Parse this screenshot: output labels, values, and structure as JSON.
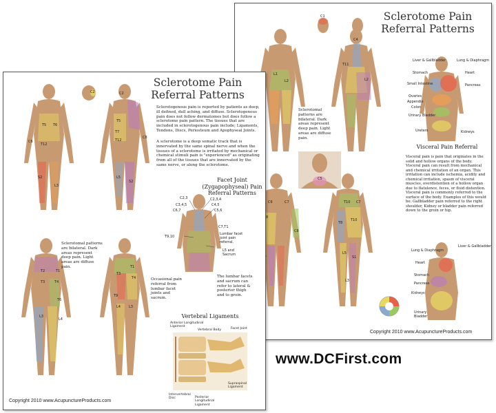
{
  "front_poster": {
    "title_line1": "Sclerotome Pain",
    "title_line2": "Referral Patterns",
    "intro_paragraph_1": "Sclerotogenous pain is reported by patients as deep, ill defined, dull aching, and diffuse. Sclerotogenous pain does not follow dermatomes but does follow a sclerotome pain pattern. The tissues that are included in sclerotogenous pain include; Ligaments, Tendons, Discs, Periosteum and Apophyseal Joints.",
    "intro_paragraph_2": "A sclerotome is a deep somatic track that is innervated by the same spinal nerve and when the tissues of a sclerotome is irritated by mechanical or chemical stimuli pain is \"experienced\" as originating from all of the tissues that are innervated by the same nerve, or along the sclerotome.",
    "bilateral_note": "Sclerotomal patterns are bilateral. Dark areas represent deep pain. Light areas are diffuse pain.",
    "facet_title": "Facet Joint (Zygapophyseal) Pain Referral Patterns",
    "facet_labels": [
      "C2,3",
      "C2,3,4",
      "C3,4,5",
      "C4,5",
      "C6,7",
      "C5,6",
      "C7,T1",
      "T9,10",
      "Lumbar facet joint pain referral.",
      "L5 and Sacrum"
    ],
    "occasional_note": "Occasional pain referral from lumbar facet joints and sacrum.",
    "lumbar_note": "The lumbar facets and sacrum can refer to lateral & posterior thigh and to groin.",
    "ligament_title": "Vertebral Ligaments",
    "ligament_labels": [
      "Anterior Longitudinal Ligament",
      "Vertebral Body",
      "Facet Joint",
      "Supraspinal Ligament",
      "Intervertebral Disc",
      "Posterior Longitudinal Ligament"
    ],
    "body_labels": [
      "C2",
      "C2",
      "T5",
      "T6",
      "C6",
      "T12",
      "S2",
      "L3",
      "T5",
      "T7",
      "T12",
      "C8",
      "L5",
      "S2",
      "T2",
      "T1",
      "T3",
      "T4",
      "T6",
      "L3",
      "L4",
      "T1",
      "T3",
      "T4",
      "T9",
      "L4",
      "L3"
    ],
    "copyright": "Copyright 2010 www.AcupunctureProducts.com"
  },
  "back_poster": {
    "title_line1": "Sclerotome Pain",
    "title_line2": "Referral Patterns",
    "bilateral_note": "Sclerotomal patterns are bilateral. Dark areas represent deep pain. Light areas are diffuse pain.",
    "body_labels": [
      "C1",
      "C4",
      "L1",
      "L2",
      "T11",
      "L2",
      "C5",
      "C6",
      "C7",
      "T10",
      "C7",
      "C8",
      "T8",
      "T10",
      "T8",
      "S1",
      "L5",
      "S1",
      "L3"
    ],
    "visceral_organ_labels": [
      "Liver & Gallbladder",
      "Lung & Diaphragm",
      "Stomach",
      "Heart",
      "Small Intestine",
      "Pancreas",
      "Ovaries",
      "Appendix",
      "Colon",
      "Urinary Bladder",
      "Ureters",
      "Kidneys"
    ],
    "visceral_title": "Visceral Pain Referral",
    "visceral_paragraph": "Visceral pain is pain that originates in the solid and hollow organs of the body. Visceral pain can result from mechanical and chemical irritation of an organ. This irritation can include ischemia, acidity and chemical irritation, spasm of visceral muscles, overdistention of a hollow organ due to flatulence, feces, or fluid distention. Visceral pain is commonly referred to the surface of the body. Examples of this would be: Gallbladder pain referred to the right shoulder, Kidney or bladder pain referred down to the groin or hip.",
    "back_organ_labels": [
      "Lung & Diaphragm",
      "Liver & Gallbladder",
      "Heart",
      "Stomach",
      "Pancreas",
      "Kidneys",
      "Urinary Bladder"
    ],
    "copyright": "Copyright 2010 www.AcupunctureProducts.com"
  },
  "brand_url": "www.DCFirst.com",
  "colors": {
    "skin": "#c89a72",
    "skin_shadow": "#9c6f4c",
    "zone_red": "#e8604a",
    "zone_orange": "#f0a050",
    "zone_yellow": "#e8d860",
    "zone_green": "#9cc860",
    "zone_blue": "#88aad0",
    "zone_purple": "#b87ac8",
    "zone_pink": "#e090b8"
  }
}
